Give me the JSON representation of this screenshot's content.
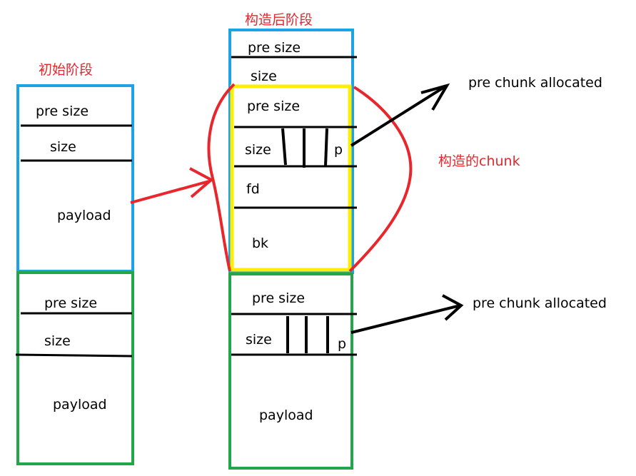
{
  "titles": {
    "initial_stage": "初始阶段",
    "after_construction": "构造后阶段",
    "constructed_chunk": "构造的chunk"
  },
  "left_column": {
    "chunk1": {
      "pre_size": "pre size",
      "size": "size",
      "payload": "payload"
    },
    "chunk2": {
      "pre_size": "pre size",
      "size": "size",
      "payload": "payload"
    }
  },
  "right_column": {
    "outer": {
      "pre_size": "pre size",
      "size": "size"
    },
    "fake": {
      "pre_size": "pre size",
      "size": "size",
      "p_bit": "p",
      "fd": "fd",
      "bk": "bk"
    },
    "next": {
      "pre_size": "pre size",
      "size": "size",
      "p_bit": "p",
      "payload": "payload"
    }
  },
  "annotations": {
    "upper": "pre chunk allocated",
    "lower": "pre chunk allocated"
  },
  "colors": {
    "blue": "#1ca3e6",
    "green": "#21a64a",
    "yellow": "#ffee00",
    "red": "#e8262b",
    "black": "#000000"
  }
}
